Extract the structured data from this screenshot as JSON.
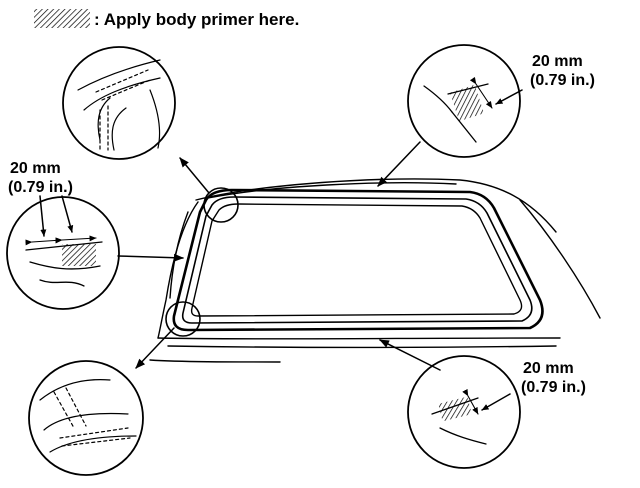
{
  "legend": {
    "text": ": Apply body primer here."
  },
  "callouts": {
    "top_right": {
      "line1": "20 mm",
      "line2": "(0.79 in.)"
    },
    "left": {
      "line1": "20 mm",
      "line2": "(0.79 in.)"
    },
    "bottom_right": {
      "line1": "20 mm",
      "line2": "(0.79 in.)"
    }
  },
  "colors": {
    "ink": "#000000",
    "paper": "#ffffff"
  }
}
